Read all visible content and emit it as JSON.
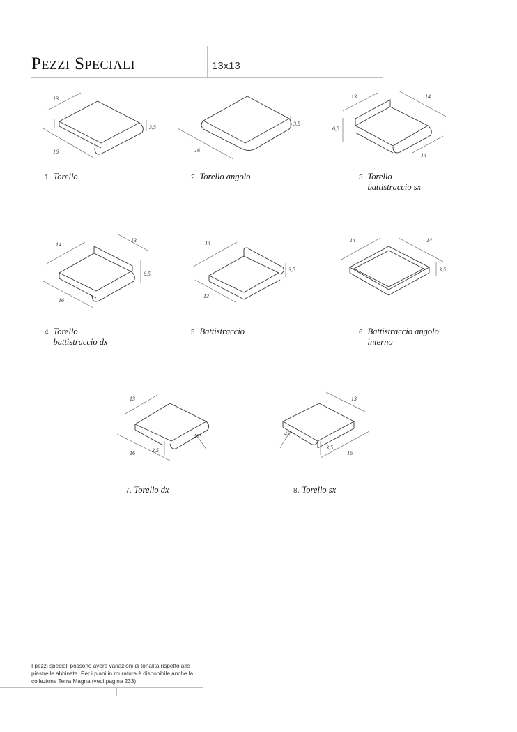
{
  "header": {
    "title": "Pezzi Speciali",
    "subtitle": "13x13"
  },
  "figures": [
    {
      "num": "1.",
      "label_lines": [
        "Torello"
      ],
      "dims": [
        "13",
        "16",
        "3,5"
      ]
    },
    {
      "num": "2.",
      "label_lines": [
        "Torello angolo"
      ],
      "dims": [
        "16",
        "3,5"
      ]
    },
    {
      "num": "3.",
      "label_lines": [
        "Torello",
        "battistraccio sx"
      ],
      "dims": [
        "13",
        "14",
        "6,5",
        "14"
      ]
    },
    {
      "num": "4.",
      "label_lines": [
        "Torello",
        "battistraccio dx"
      ],
      "dims": [
        "14",
        "13",
        "6,5",
        "16"
      ]
    },
    {
      "num": "5.",
      "label_lines": [
        "Battistraccio"
      ],
      "dims": [
        "14",
        "3,5",
        "13"
      ]
    },
    {
      "num": "6.",
      "label_lines": [
        "Battistraccio angolo",
        "interno"
      ],
      "dims": [
        "14",
        "14",
        "3,5"
      ]
    },
    {
      "num": "7.",
      "label_lines": [
        "Torello dx"
      ],
      "dims": [
        "13",
        "45°",
        "3,5",
        "16"
      ]
    },
    {
      "num": "8.",
      "label_lines": [
        "Torello sx"
      ],
      "dims": [
        "13",
        "45°",
        "3,5",
        "16"
      ]
    }
  ],
  "footer": {
    "note": "I pezzi speciali possono avere variazioni di tonalità rispetto alle piastrelle abbinate. Per i piani in muratura è disponibile anche la collezione Terra Magna (vedi pagina 233)"
  }
}
